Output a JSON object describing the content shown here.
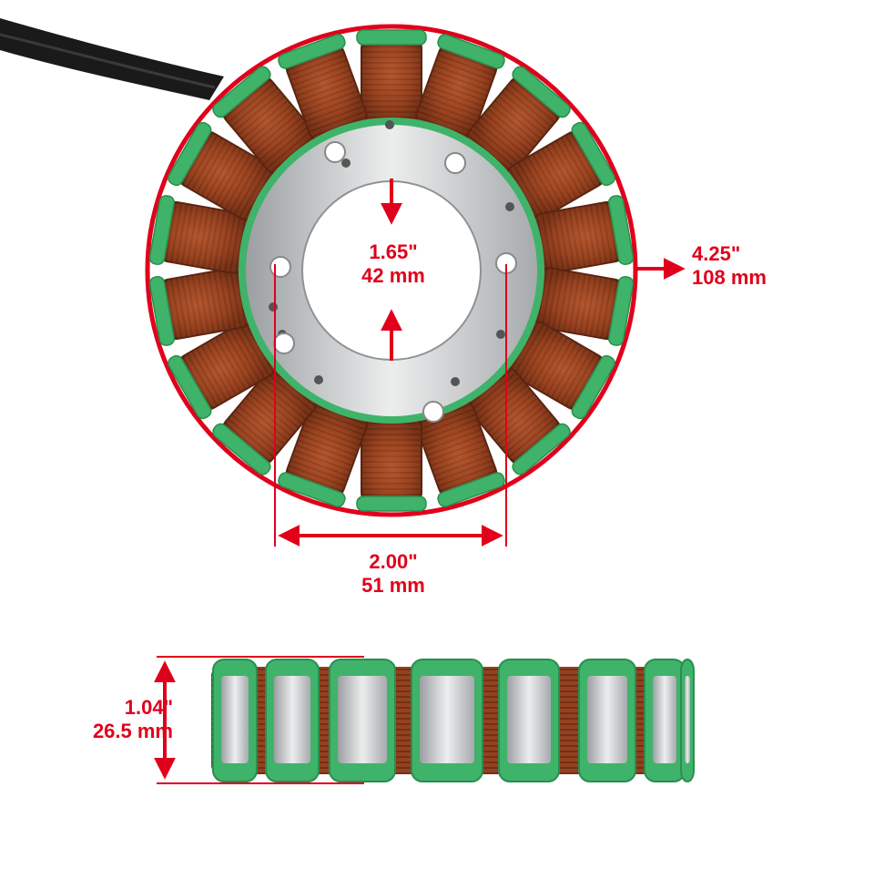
{
  "labels": {
    "inner_diameter": {
      "inches": "1.65\"",
      "mm": "42 mm"
    },
    "outer_diameter": {
      "inches": "4.25\"",
      "mm": "108 mm"
    },
    "bolt_spacing": {
      "inches": "2.00\"",
      "mm": "51 mm"
    },
    "height": {
      "inches": "1.04\"",
      "mm": "26.5 mm"
    }
  },
  "colors": {
    "accent": "#e0001b",
    "copper": "#9a4320",
    "insulation_green": "#3fb36a",
    "core_silver": "#c9cbcc",
    "cable_black": "#1a1a1a"
  }
}
